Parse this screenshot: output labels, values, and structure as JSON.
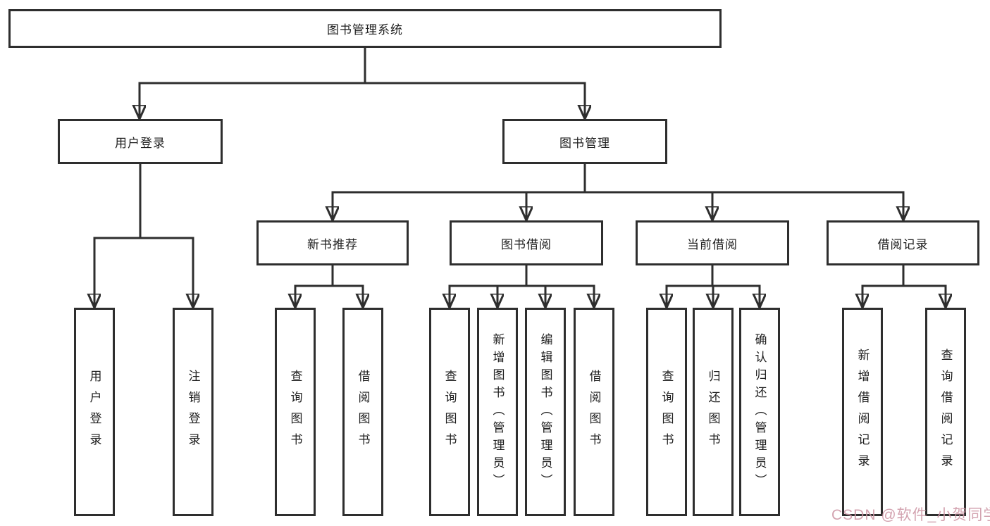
{
  "colors": {
    "line": "#2e2e2e",
    "box_border": "#2e2e2e",
    "box_background": "#ffffff",
    "text": "#1e1e1e",
    "watermark": "#cd96a5",
    "page_background": "#ffffff"
  },
  "tree": {
    "root": "图书管理系统",
    "user_login": {
      "label": "用户登录",
      "children": [
        "用户登录",
        "注销登录"
      ]
    },
    "book_mgmt": {
      "label": "图书管理",
      "branches": [
        {
          "label": "新书推荐",
          "children": [
            "查询图书",
            "借阅图书"
          ]
        },
        {
          "label": "图书借阅",
          "children": [
            "查询图书",
            "新增图书（管理员）",
            "编辑图书（管理员）",
            "借阅图书"
          ]
        },
        {
          "label": "当前借阅",
          "children": [
            "查询图书",
            "归还图书",
            "确认归还（管理员）"
          ]
        },
        {
          "label": "借阅记录",
          "children": [
            "新增借阅记录",
            "查询借阅记录"
          ]
        }
      ]
    }
  },
  "watermark": {
    "text": "CSDN @软件_小贺同学"
  }
}
